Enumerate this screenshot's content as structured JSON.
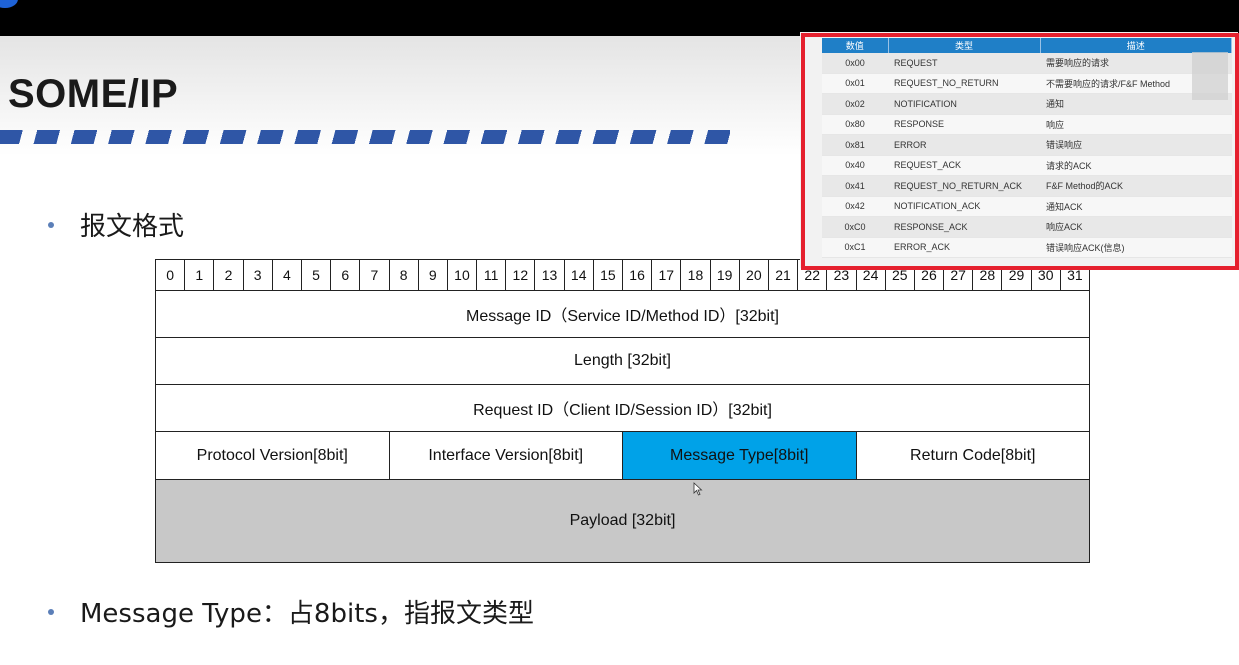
{
  "slide": {
    "title": "SOME/IP",
    "bullet1": "报文格式",
    "bullet2": "Message Type：占8bits，指报文类型"
  },
  "header_bits": [
    "0",
    "1",
    "2",
    "3",
    "4",
    "5",
    "6",
    "7",
    "8",
    "9",
    "10",
    "11",
    "12",
    "13",
    "14",
    "15",
    "16",
    "17",
    "18",
    "19",
    "20",
    "21",
    "22",
    "23",
    "24",
    "25",
    "26",
    "27",
    "28",
    "29",
    "30",
    "31"
  ],
  "format_rows": {
    "message_id": "Message ID（Service ID/Method ID）[32bit]",
    "length": "Length [32bit]",
    "request_id": "Request ID（Client ID/Session ID）[32bit]",
    "protocol_version": "Protocol Version[8bit]",
    "interface_version": "Interface Version[8bit]",
    "message_type": "Message Type[8bit]",
    "return_code": "Return Code[8bit]",
    "payload": "Payload [32bit]"
  },
  "colors": {
    "highlight": "#00a2e8",
    "payload_bg": "#c8c8c8",
    "frame": "#e5202e",
    "table_header": "#1f7fc7",
    "dash": "#2f56a6"
  },
  "message_type_table": {
    "headers": [
      "数值",
      "类型",
      "描述"
    ],
    "rows": [
      {
        "value": "0x00",
        "type": "REQUEST",
        "desc": "需要响应的请求"
      },
      {
        "value": "0x01",
        "type": "REQUEST_NO_RETURN",
        "desc": "不需要响应的请求/F&F Method"
      },
      {
        "value": "0x02",
        "type": "NOTIFICATION",
        "desc": "通知"
      },
      {
        "value": "0x80",
        "type": "RESPONSE",
        "desc": "响应"
      },
      {
        "value": "0x81",
        "type": "ERROR",
        "desc": "错误响应"
      },
      {
        "value": "0x40",
        "type": "REQUEST_ACK",
        "desc": "请求的ACK"
      },
      {
        "value": "0x41",
        "type": "REQUEST_NO_RETURN_ACK",
        "desc": "F&F Method的ACK"
      },
      {
        "value": "0x42",
        "type": "NOTIFICATION_ACK",
        "desc": "通知ACK"
      },
      {
        "value": "0xC0",
        "type": "RESPONSE_ACK",
        "desc": "响应ACK"
      },
      {
        "value": "0xC1",
        "type": "ERROR_ACK",
        "desc": "错误响应ACK(信息)"
      }
    ]
  }
}
